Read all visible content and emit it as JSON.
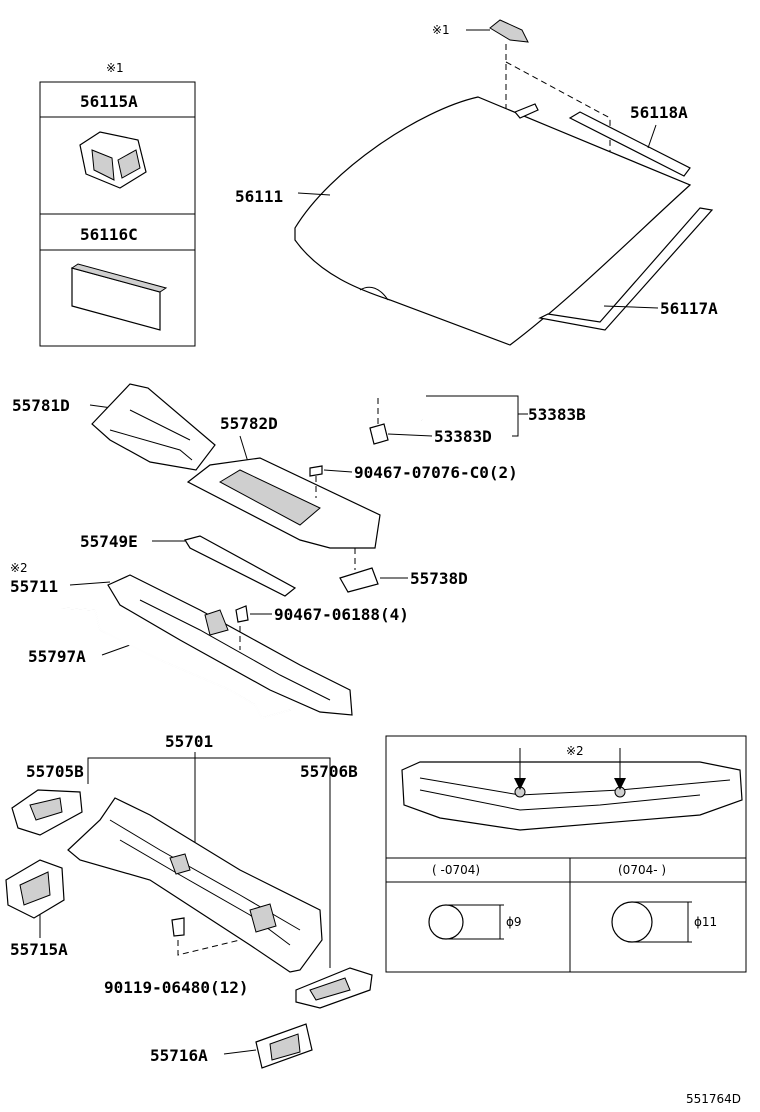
{
  "labels": {
    "ref1_top": "※1",
    "ref1_box": "※1",
    "p56115A": "56115A",
    "p56116C": "56116C",
    "p56118A": "56118A",
    "p56111": "56111",
    "p56117A": "56117A",
    "p55781D": "55781D",
    "p55782D": "55782D",
    "p53383B": "53383B",
    "p53383D": "53383D",
    "p90467_07076": "90467-07076-C0(2)",
    "p55749E": "55749E",
    "ref2_side": "※2",
    "p55711": "55711",
    "p55738D": "55738D",
    "p90467_06188": "90467-06188(4)",
    "p55797A": "55797A",
    "p55701": "55701",
    "p55705B": "55705B",
    "p55706B": "55706B",
    "p55715A": "55715A",
    "p90119_06480": "90119-06480(12)",
    "p55716A": "55716A",
    "ref2_detail": "※2",
    "col_left": "(    -0704)",
    "col_right": "(0704-    )",
    "dia_left": "ϕ9",
    "dia_right": "ϕ11",
    "diagram_id": "551764D"
  }
}
